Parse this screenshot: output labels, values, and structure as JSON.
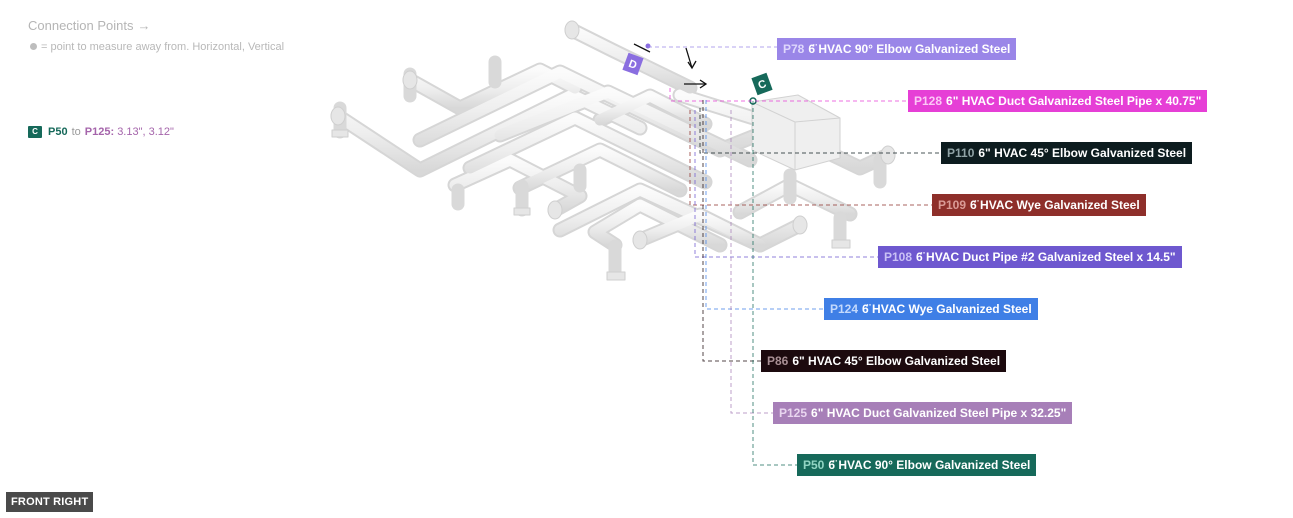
{
  "header": {
    "title": "Connection Points",
    "arrow": "→",
    "hint": "= point to measure away from. Horizontal, Vertical"
  },
  "measurement": {
    "tag": "C",
    "from": "P50",
    "to_word": "to",
    "to": "P125:",
    "values": "3.13\", 3.12\""
  },
  "markers": {
    "d": "D",
    "c": "C"
  },
  "labels": [
    {
      "id": "P78",
      "text": "6̈ HVAC 90° Elbow Galvanized Steel",
      "color": "#9a86e8",
      "idcolor": "#e6e0ff"
    },
    {
      "id": "P128",
      "text": "6\" HVAC Duct Galvanized Steel Pipe x 40.75\"",
      "color": "#e63fd6",
      "idcolor": "#ffd6fa"
    },
    {
      "id": "P110",
      "text": "6\" HVAC 45° Elbow Galvanized Steel",
      "color": "#0d1c1f",
      "idcolor": "#9fb2b5"
    },
    {
      "id": "P109",
      "text": "6̈ HVAC Wye Galvanized Steel",
      "color": "#8e2f2a",
      "idcolor": "#e3a7a2"
    },
    {
      "id": "P108",
      "text": "6̈ HVAC Duct Pipe #2 Galvanized Steel x 14.5\"",
      "color": "#6e58cf",
      "idcolor": "#d5cdfa"
    },
    {
      "id": "P124",
      "text": "6̈ HVAC Wye Galvanized Steel",
      "color": "#3f7fe6",
      "idcolor": "#d2e3ff"
    },
    {
      "id": "P86",
      "text": "6\" HVAC 45° Elbow Galvanized Steel",
      "color": "#1c0a0e",
      "idcolor": "#b89ea3"
    },
    {
      "id": "P125",
      "text": "6\" HVAC Duct Galvanized Steel Pipe x 32.25\"",
      "color": "#a77fb8",
      "idcolor": "#f0dff6"
    },
    {
      "id": "P50",
      "text": "6̈ HVAC 90° Elbow Galvanized Steel",
      "color": "#16695a",
      "idcolor": "#9fe0cf"
    }
  ],
  "view": {
    "label": "FRONT RIGHT"
  }
}
